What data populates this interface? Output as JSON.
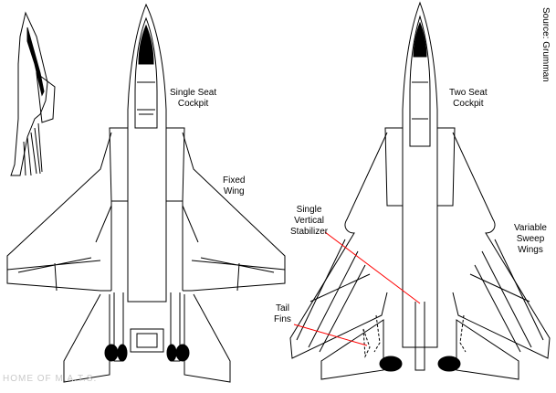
{
  "labels": {
    "single_seat": [
      "Single Seat",
      "Cockpit"
    ],
    "fixed_wing": [
      "Fixed",
      "Wing"
    ],
    "two_seat": [
      "Two Seat",
      "Cockpit"
    ],
    "single_vertical": [
      "Single",
      "Vertical",
      "Stabilizer"
    ],
    "variable_sweep": [
      "Variable",
      "Sweep",
      "Wings"
    ],
    "tail_fins": [
      "Tail",
      "Fins"
    ]
  },
  "source": "Source: Grumman",
  "footer": "HOME OF M.A.T.S.",
  "colors": {
    "outline": "#000000",
    "leader": "#ff0000",
    "footer": "#c9c9c9"
  }
}
